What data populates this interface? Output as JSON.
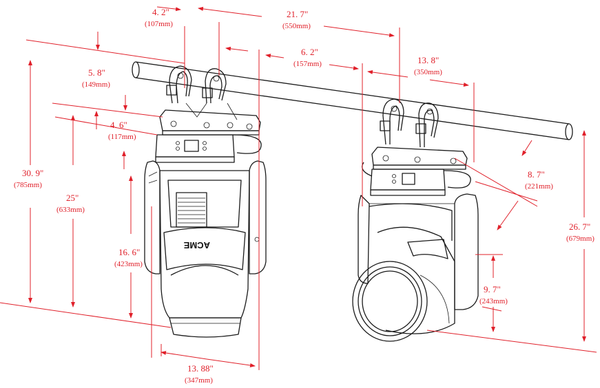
{
  "drawing": {
    "logo": "ACME",
    "dimensions": {
      "d_4_2": {
        "inch": "4. 2\"",
        "mm": "(107mm)"
      },
      "d_21_7": {
        "inch": "21. 7\"",
        "mm": "(550mm)"
      },
      "d_6_2": {
        "inch": "6. 2\"",
        "mm": "(157mm)"
      },
      "d_13_8": {
        "inch": "13. 8\"",
        "mm": "(350mm)"
      },
      "d_5_8": {
        "inch": "5. 8\"",
        "mm": "(149mm)"
      },
      "d_4_6": {
        "inch": "4. 6\"",
        "mm": "(117mm)"
      },
      "d_30_9": {
        "inch": "30. 9\"",
        "mm": "(785mm)"
      },
      "d_25": {
        "inch": "25\"",
        "mm": "(633mm)"
      },
      "d_16_6": {
        "inch": "16. 6\"",
        "mm": "(423mm)"
      },
      "d_8_7": {
        "inch": "8. 7\"",
        "mm": "(221mm)"
      },
      "d_26_7": {
        "inch": "26. 7\"",
        "mm": "(679mm)"
      },
      "d_9_7": {
        "inch": "9. 7\"",
        "mm": "(243mm)"
      },
      "d_13_88": {
        "inch": "13. 88\"",
        "mm": "(347mm)"
      }
    },
    "colors": {
      "dimension": "#e0202a",
      "outline": "#1a1a1a"
    }
  }
}
